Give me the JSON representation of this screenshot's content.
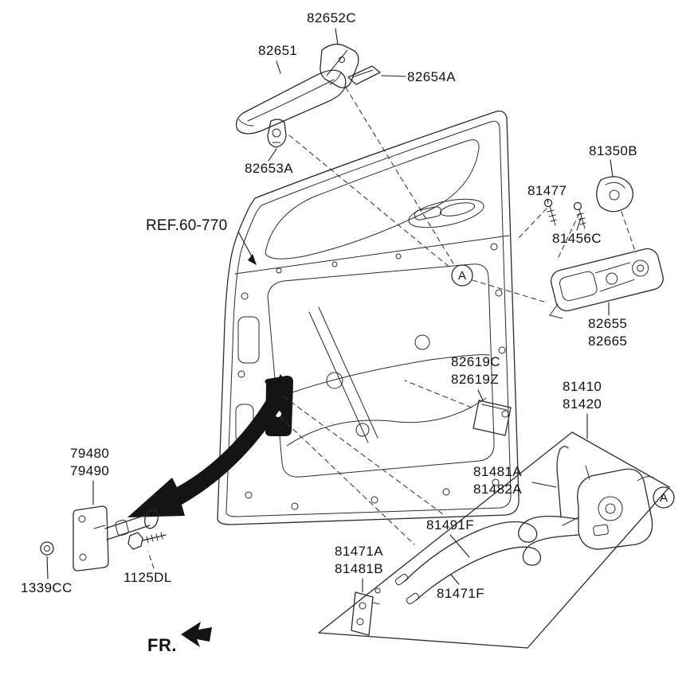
{
  "diagram": {
    "ref_callout": "REF.60-770",
    "fr_marker": "FR.",
    "section_callout": "A",
    "part_numbers": {
      "82652C": "82652C",
      "82651": "82651",
      "82654A": "82654A",
      "82653A": "82653A",
      "81350B": "81350B",
      "81477": "81477",
      "81456C": "81456C",
      "82655": "82655",
      "82665": "82665",
      "82619C": "82619C",
      "82619Z": "82619Z",
      "81410": "81410",
      "81420": "81420",
      "81481A": "81481A",
      "81482A": "81482A",
      "81491F": "81491F",
      "81471A": "81471A",
      "81481B": "81481B",
      "81471F": "81471F",
      "79480": "79480",
      "79490": "79490",
      "1339CC": "1339CC",
      "1125DL": "1125DL"
    },
    "colors": {
      "line": "#2b2b2b",
      "background": "#ffffff",
      "text": "#111111"
    }
  }
}
